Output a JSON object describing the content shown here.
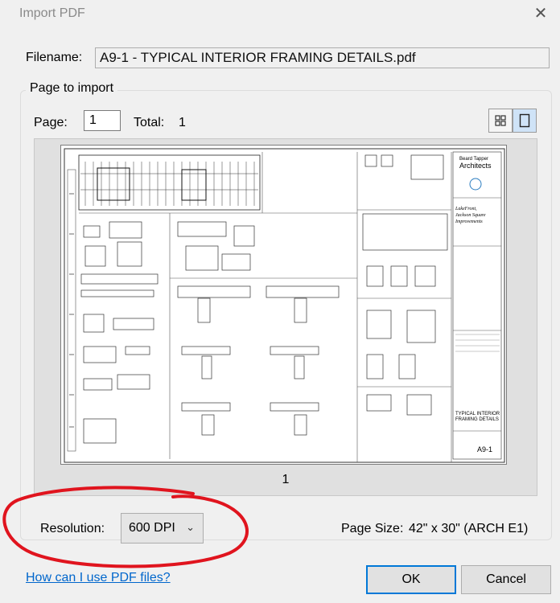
{
  "window": {
    "title": "Import PDF",
    "close_glyph": "✕"
  },
  "filename": {
    "label": "Filename:",
    "value": "A9-1 - TYPICAL INTERIOR FRAMING DETAILS.pdf"
  },
  "page_group": {
    "label": "Page to import",
    "page_label": "Page:",
    "page_value": "1",
    "total_label": "Total:",
    "total_value": "1",
    "views": [
      {
        "icon": "grid-view-icon",
        "active": false
      },
      {
        "icon": "single-page-view-icon",
        "active": true
      }
    ],
    "thumbnail_page_number": "1"
  },
  "sheet": {
    "firm_line1": "Beard Tapper",
    "firm_line2": "Architects",
    "project_line1": "LakeFront,",
    "project_line2": "Jackson Square",
    "project_line3": "Improvements",
    "sheet_title_line1": "TYPICAL INTERIOR",
    "sheet_title_line2": "FRAMING DETAILS",
    "sheet_number": "A9-1"
  },
  "resolution": {
    "label": "Resolution:",
    "selected": "600 DPI"
  },
  "page_size": {
    "label": "Page Size:",
    "value": "42\" x 30\" (ARCH E1)"
  },
  "help_link": "How can I use PDF files?",
  "buttons": {
    "ok": "OK",
    "cancel": "Cancel"
  },
  "colors": {
    "annotation": "#e0141e",
    "accent": "#0078d7",
    "link": "#0066cc"
  }
}
